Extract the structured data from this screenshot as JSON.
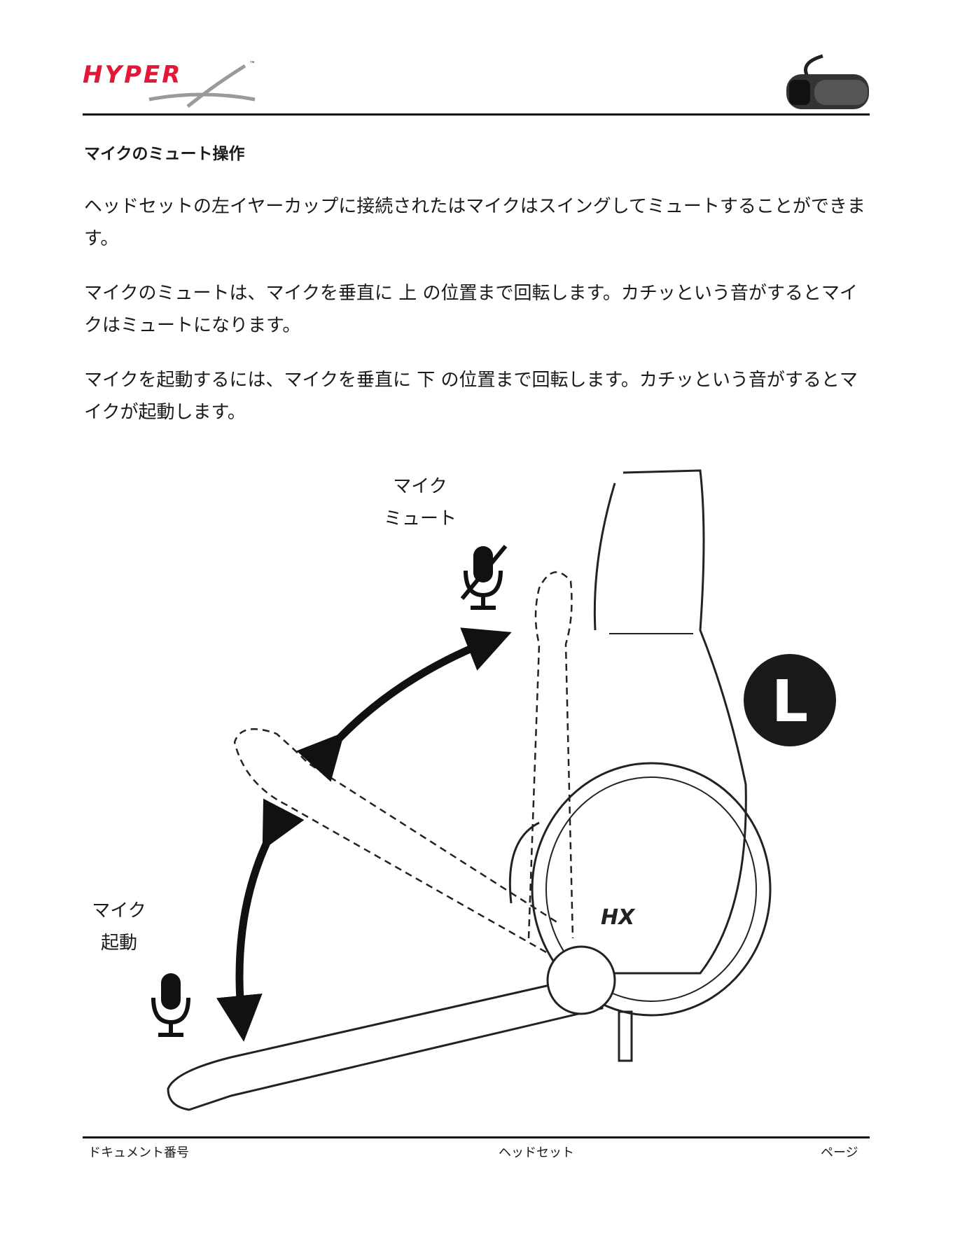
{
  "header": {
    "logo_text": "HYPERX",
    "logo_mark": "™",
    "colors": {
      "brand_red": "#e31837",
      "rule": "#111111"
    }
  },
  "section": {
    "title": "マイクのミュート操作",
    "paragraphs": [
      "ヘッドセットの左イヤーカップに接続されたはマイクはスイングしてミュートすることができます。",
      "マイクのミュートは、マイクを垂直に 上 の位置まで回転します。カチッという音がするとマイクはミュートになります。",
      "マイクを起動するには、マイクを垂直に 下 の位置まで回転します。カチッという音がするとマイクが起動します。"
    ]
  },
  "figure": {
    "mute_label": [
      "マイク",
      "ミュート"
    ],
    "live_label": [
      "マイク",
      "起動"
    ],
    "side_badge": "L",
    "icons": [
      "mic-muted-icon",
      "mic-icon",
      "double-arrow-icon"
    ]
  },
  "footer": {
    "left": "ドキュメント番号",
    "center": "ヘッドセット",
    "right": "ページ"
  }
}
